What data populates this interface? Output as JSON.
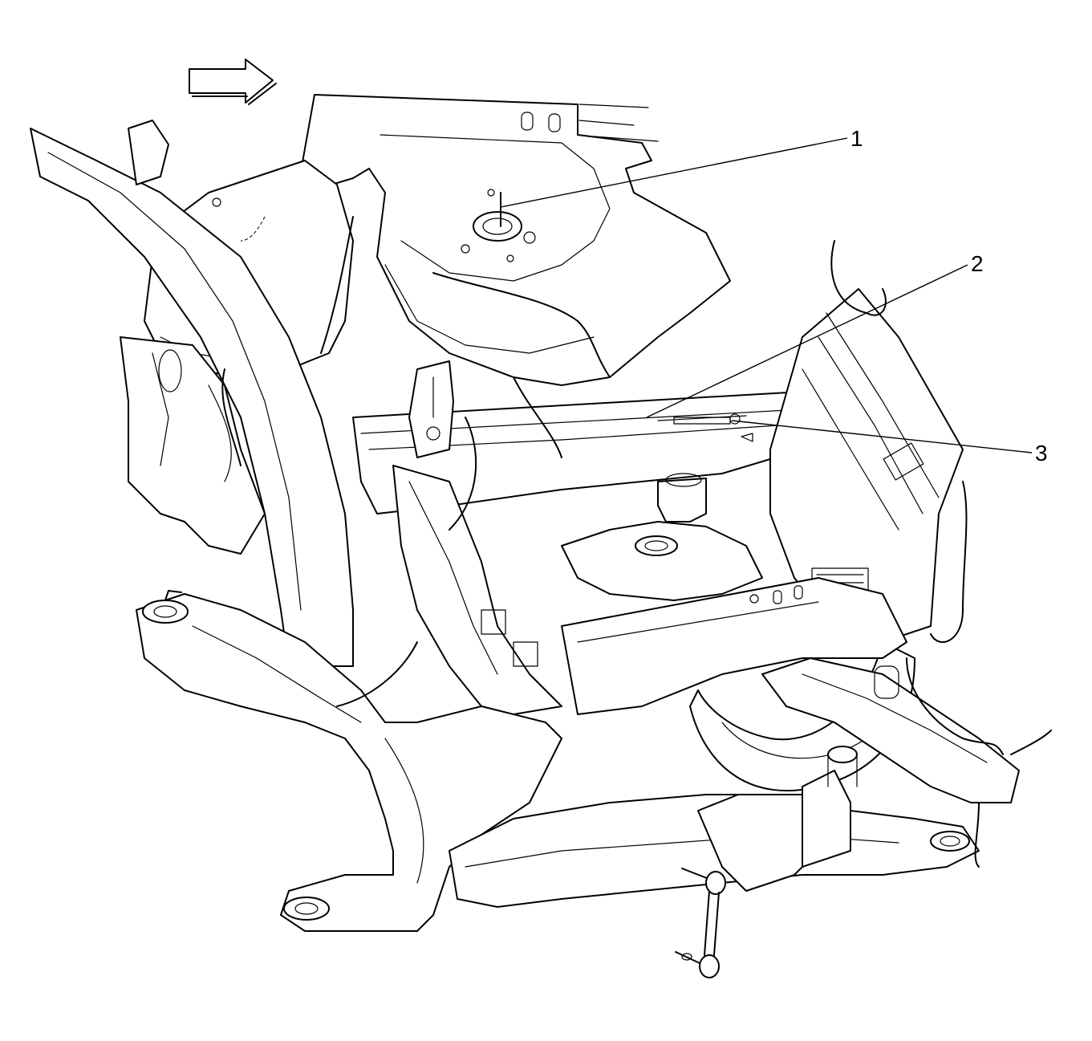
{
  "diagram": {
    "callouts": [
      {
        "id": "1",
        "label": "1"
      },
      {
        "id": "2",
        "label": "2"
      },
      {
        "id": "3",
        "label": "3"
      }
    ],
    "direction_arrow": "arrow-right-icon"
  }
}
